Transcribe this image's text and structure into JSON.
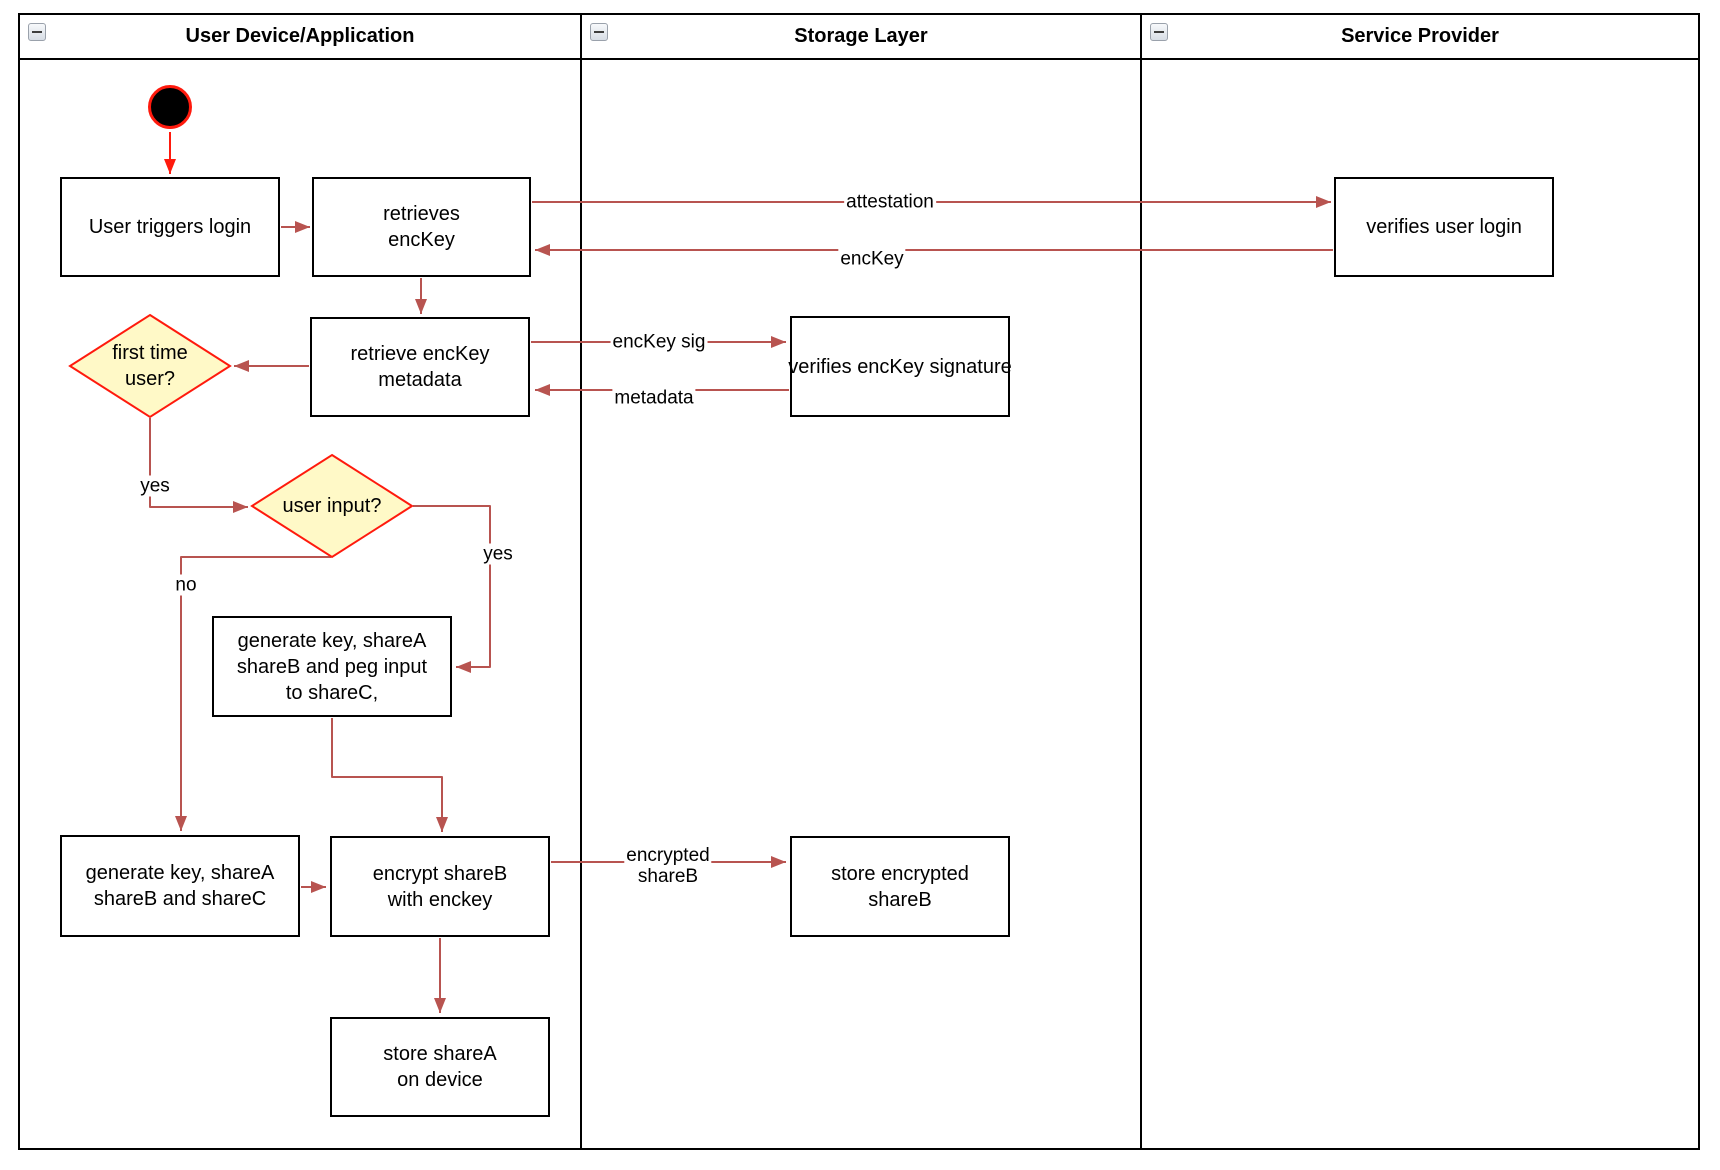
{
  "colors": {
    "edge": "#B85450",
    "accent_red": "#FF1A0D",
    "diamond_fill": "#FFF9C7",
    "node_border": "#000000",
    "lane_border": "#000000"
  },
  "lanes": [
    {
      "title": "User Device/Application"
    },
    {
      "title": "Storage Layer"
    },
    {
      "title": "Service Provider"
    }
  ],
  "nodes": {
    "user_triggers_login": {
      "text": "User triggers login"
    },
    "retrieves_enckey": {
      "text": "retrieves\nencKey"
    },
    "retrieve_enckey_metadata": {
      "text": "retrieve encKey\nmetadata"
    },
    "first_time_user": {
      "text": "first time\nuser?"
    },
    "user_input": {
      "text": "user input?"
    },
    "generate_key_peg_input": {
      "text": "generate key, shareA\nshareB and peg input\nto shareC,"
    },
    "generate_key_sharec": {
      "text": "generate key, shareA\nshareB and shareC"
    },
    "encrypt_shareb": {
      "text": "encrypt shareB\nwith enckey"
    },
    "store_sharea": {
      "text": "store shareA\non device"
    },
    "verifies_enckey_signature": {
      "text": "verifies encKey signature"
    },
    "store_encrypted_shareb": {
      "text": "store encrypted\nshareB"
    },
    "verifies_user_login": {
      "text": "verifies user login"
    }
  },
  "edge_labels": {
    "attestation": "attestation",
    "enckey": "encKey",
    "enckey_sig": "encKey sig",
    "metadata": "metadata",
    "encrypted_shareb": "encrypted\nshareB",
    "yes_first_time": "yes",
    "no_user_input": "no",
    "yes_user_input": "yes"
  }
}
